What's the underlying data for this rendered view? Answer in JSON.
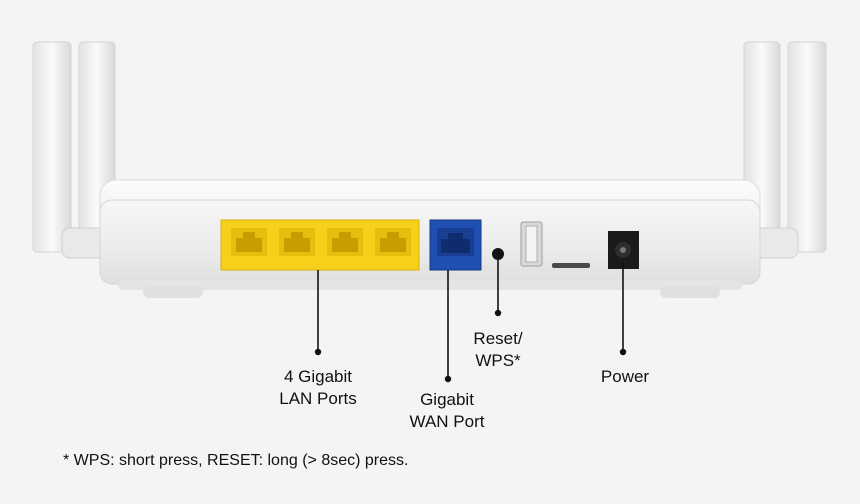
{
  "diagram": {
    "callouts": [
      {
        "id": "lan",
        "lines": [
          "4 Gigabit",
          "LAN Ports"
        ]
      },
      {
        "id": "wan",
        "lines": [
          "Gigabit",
          "WAN Port"
        ]
      },
      {
        "id": "reset",
        "lines": [
          "Reset/",
          "WPS*"
        ]
      },
      {
        "id": "power",
        "lines": [
          "Power"
        ]
      }
    ],
    "footnote": "* WPS: short press, RESET: long (> 8sec) press.",
    "colors": {
      "lan_ports": "#f5d11c",
      "wan_port": "#1f4fb0",
      "router_body": "#ececec",
      "background": "#f4f4f4"
    }
  }
}
